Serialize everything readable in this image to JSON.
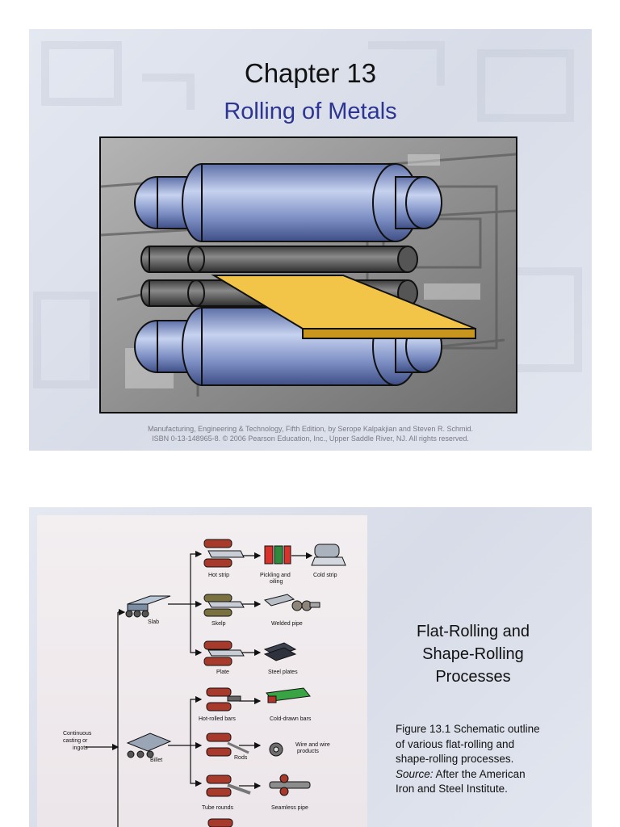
{
  "slide1": {
    "title": "Chapter 13",
    "subtitle": "Rolling of Metals",
    "credit_line1": "Manufacturing, Engineering & Technology, Fifth Edition, by Serope Kalpakjian and Steven R. Schmid.",
    "credit_line2": "ISBN 0-13-148965-8. © 2006 Pearson Education, Inc., Upper Saddle River, NJ.  All rights reserved."
  },
  "slide2": {
    "title_lines": [
      "Flat-Rolling and",
      "Shape-Rolling",
      "Processes"
    ],
    "caption_main": "Figure 13.1  Schematic outline of various flat-rolling and shape-rolling processes.",
    "caption_source_label": "Source:",
    "caption_source_text": "After the American Iron and Steel Institute.",
    "figure_labels": {
      "start": "Continuous casting or ingots",
      "slab": "Slab",
      "billet": "Billet",
      "hot_strip": "Hot strip",
      "pickling": "Pickling and oiling",
      "cold_strip": "Cold strip",
      "skelp": "Skelp",
      "welded_pipe": "Welded pipe",
      "plate": "Plate",
      "steel_plates": "Steel plates",
      "hot_rolled_bars": "Hot-rolled bars",
      "cold_drawn_bars": "Cold-drawn bars",
      "rods": "Rods",
      "wire": "Wire and wire products",
      "tube_rounds": "Tube rounds",
      "seamless_pipe": "Seamless pipe"
    }
  }
}
